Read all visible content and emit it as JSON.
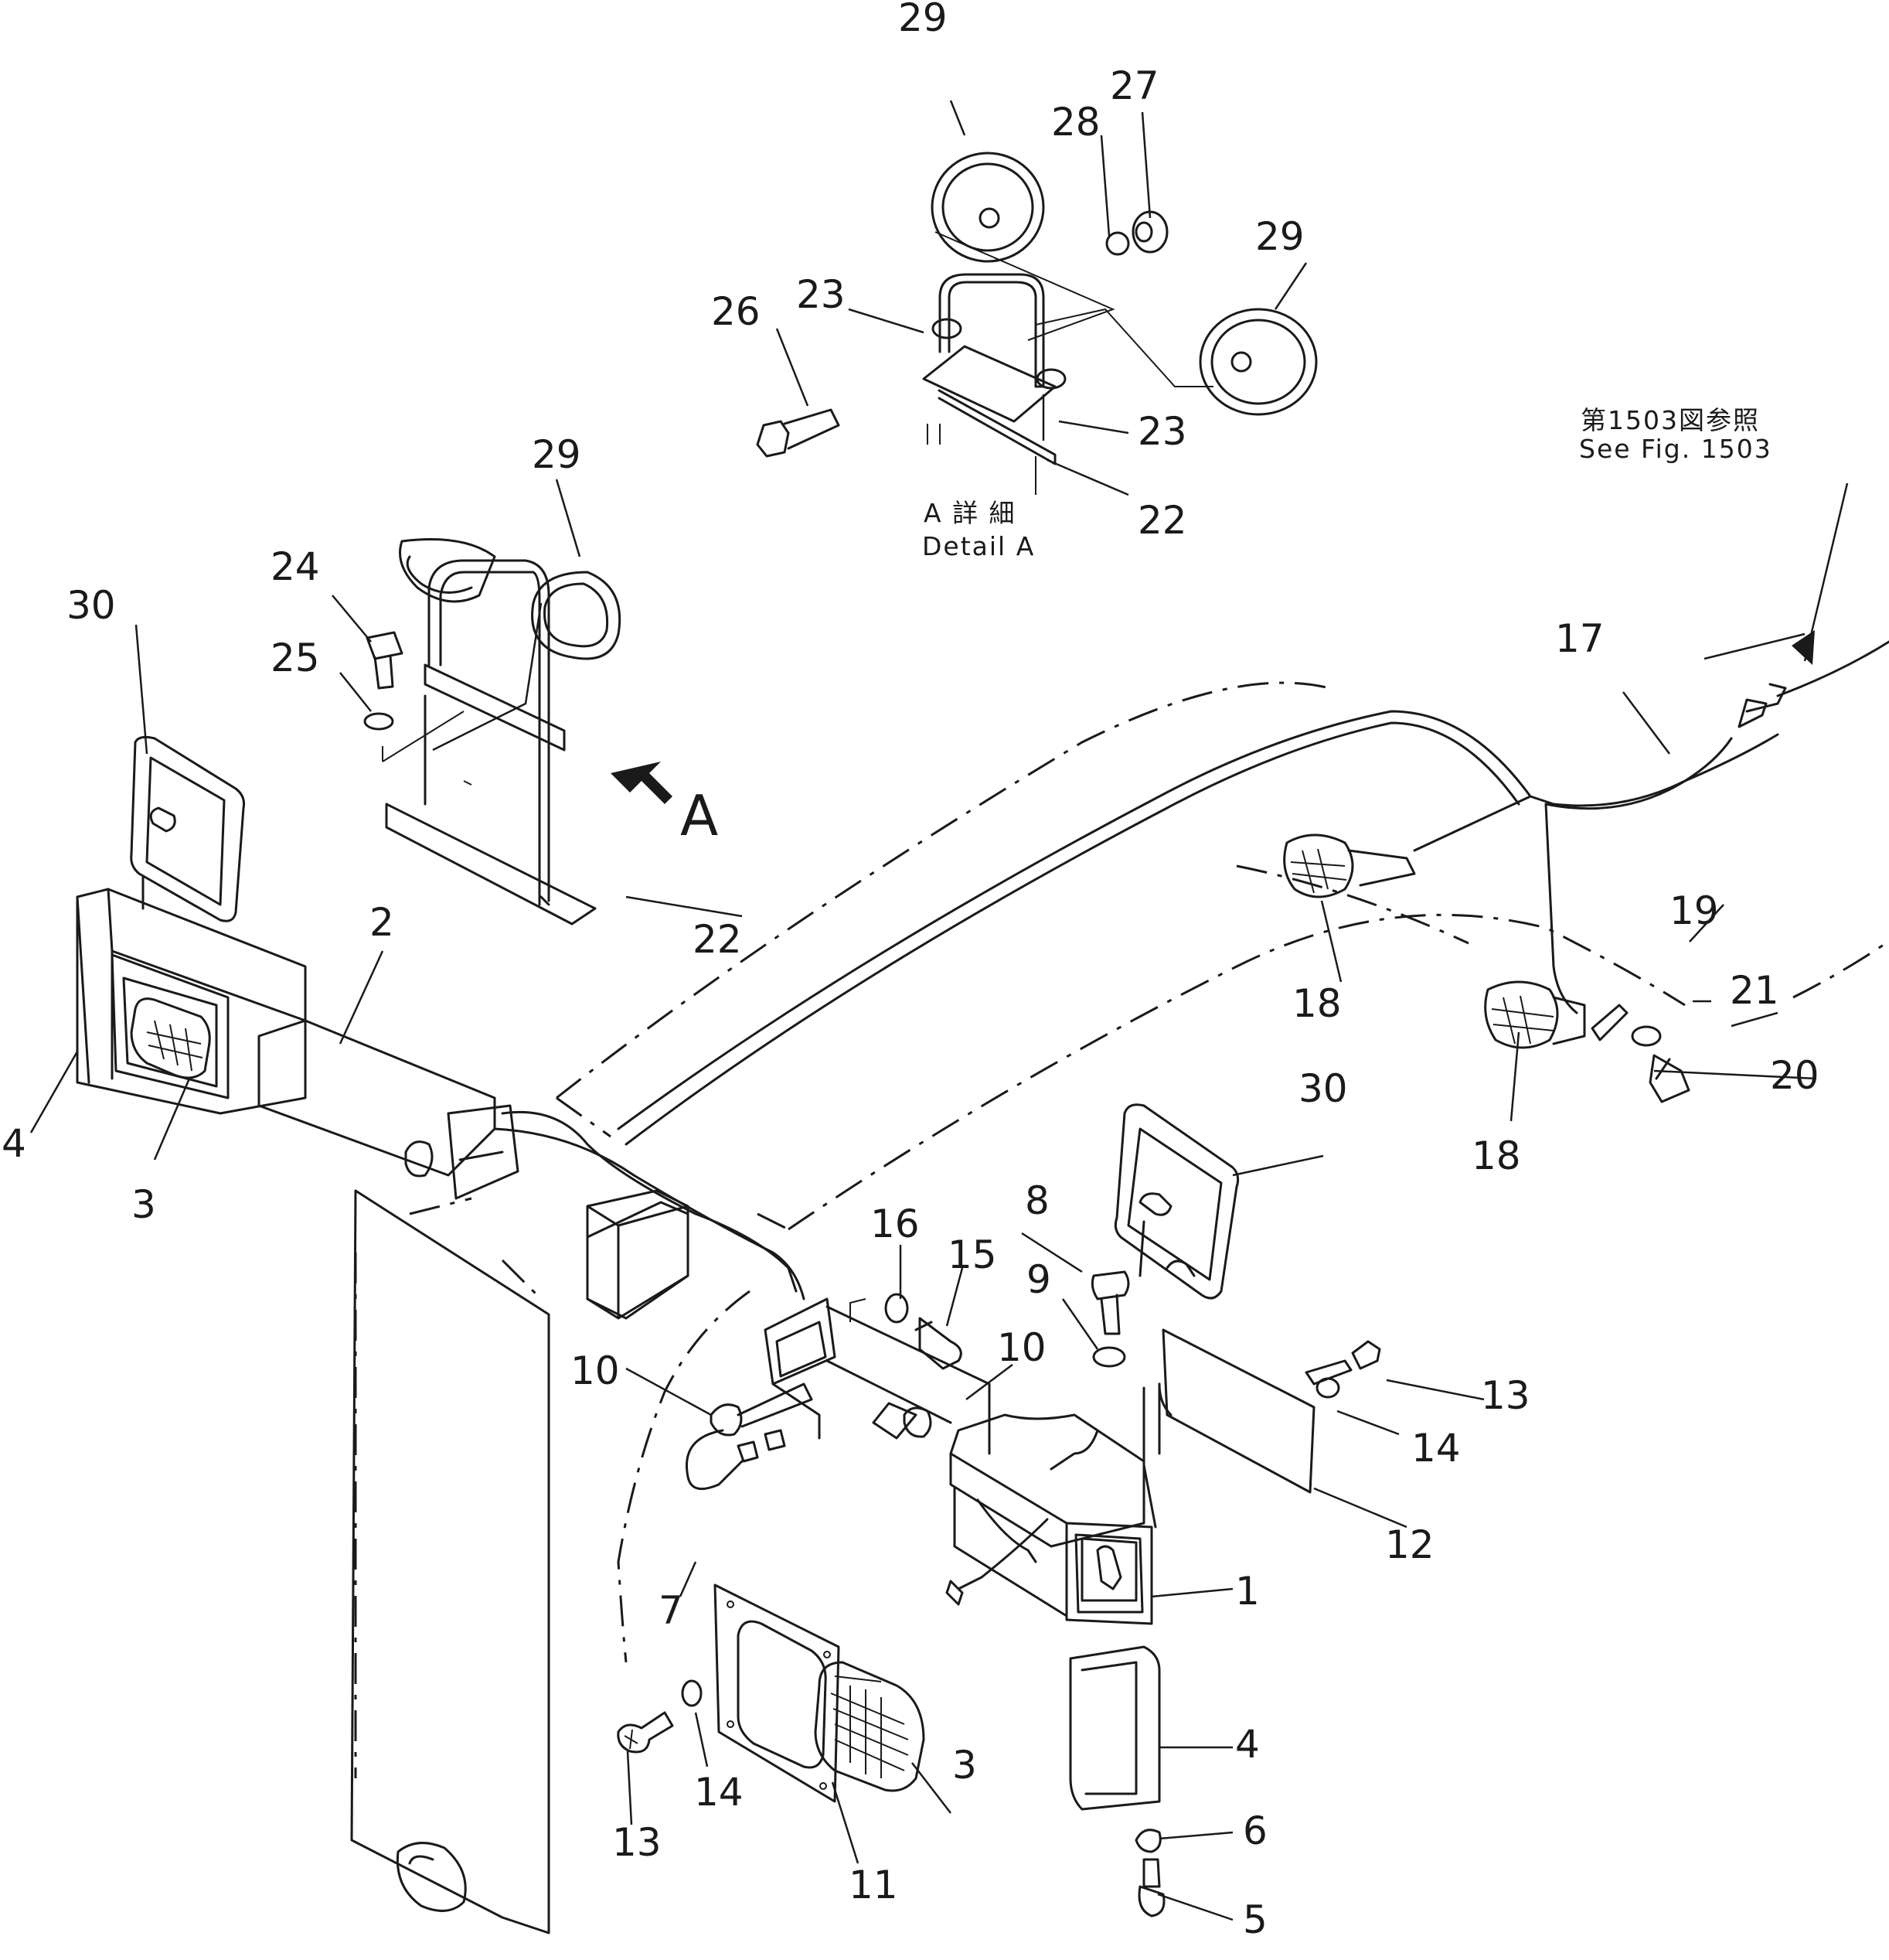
{
  "callouts": {
    "c1": "1",
    "c2": "2",
    "c3a": "3",
    "c3b": "3",
    "c4a": "4",
    "c4b": "4",
    "c5": "5",
    "c6": "6",
    "c7": "7",
    "c8": "8",
    "c9": "9",
    "c10a": "10",
    "c10b": "10",
    "c11": "11",
    "c12": "12",
    "c13a": "13",
    "c13b": "13",
    "c14a": "14",
    "c14b": "14",
    "c15": "15",
    "c16": "16",
    "c17": "17",
    "c18a": "18",
    "c18b": "18",
    "c19": "19",
    "c20": "20",
    "c21": "21",
    "c22a": "22",
    "c22b": "22",
    "c23a": "23",
    "c23b": "23",
    "c24": "24",
    "c25": "25",
    "c26": "26",
    "c27": "27",
    "c28": "28",
    "c29a": "29",
    "c29b": "29",
    "c29c": "29",
    "c30a": "30",
    "c30b": "30"
  },
  "view_arrow_label": "A",
  "detail": {
    "label_jp": "A 詳 細",
    "label_en": "Detail A"
  },
  "reference": {
    "label_jp": "第1503図参照",
    "label_en": "See Fig. 1503"
  }
}
